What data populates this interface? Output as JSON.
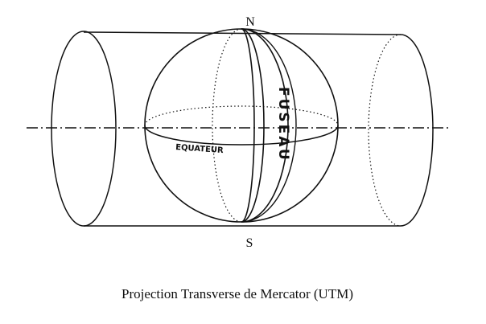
{
  "diagram": {
    "pole_north": "N",
    "pole_south": "S",
    "equator_label": "EQUATEUR",
    "zone_label": "FUSEAU",
    "caption": "Projection Transverse de Mercator  (UTM)"
  },
  "colors": {
    "ink": "#111111",
    "background": "#ffffff"
  }
}
